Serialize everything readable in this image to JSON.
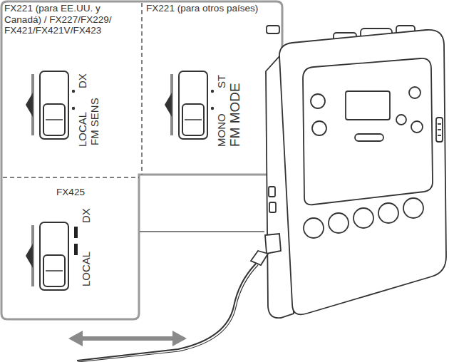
{
  "diagram": {
    "nodes": [
      {
        "text": [
          "FX221 (para EE.UU. y Canadá) / FX227/FX229/ FX421/FX421V/FX423",
          "DX",
          "LOCAL",
          "FM SENS"
        ]
      },
      {
        "text": [
          "FX221 (para otros países)",
          "ST",
          "MONO",
          "FM MODE"
        ]
      },
      {
        "text": [
          "FX425",
          "DX",
          "LOCAL"
        ]
      }
    ]
  }
}
